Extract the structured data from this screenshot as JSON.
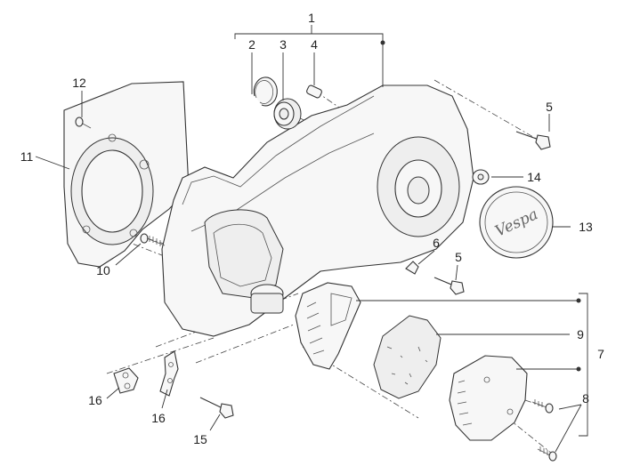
{
  "callouts": {
    "n1": "1",
    "n2": "2",
    "n3": "3",
    "n4": "4",
    "n5a": "5",
    "n5b": "5",
    "n6": "6",
    "n7": "7",
    "n8": "8",
    "n9": "9",
    "n10": "10",
    "n11": "11",
    "n12": "12",
    "n13": "13",
    "n14": "14",
    "n15": "15",
    "n16a": "16",
    "n16b": "16"
  },
  "parts": [
    {
      "ref": "1",
      "icon": "transmission-cover-icon"
    },
    {
      "ref": "2",
      "icon": "circlip-icon"
    },
    {
      "ref": "3",
      "icon": "bearing-icon"
    },
    {
      "ref": "4",
      "icon": "dowel-pin-icon"
    },
    {
      "ref": "5",
      "icon": "bolt-icon"
    },
    {
      "ref": "6",
      "icon": "clip-icon"
    },
    {
      "ref": "7",
      "icon": "air-intake-assembly-icon"
    },
    {
      "ref": "8",
      "icon": "screw-icon"
    },
    {
      "ref": "9",
      "icon": "filter-foam-icon"
    },
    {
      "ref": "10",
      "icon": "screw-icon"
    },
    {
      "ref": "11",
      "icon": "gasket-plate-icon"
    },
    {
      "ref": "12",
      "icon": "screw-icon"
    },
    {
      "ref": "13",
      "icon": "vespa-emblem-cover-icon"
    },
    {
      "ref": "14",
      "icon": "nut-icon"
    },
    {
      "ref": "15",
      "icon": "bolt-icon"
    },
    {
      "ref": "16",
      "icon": "bracket-icon"
    }
  ],
  "emblem_text": "Vespa"
}
